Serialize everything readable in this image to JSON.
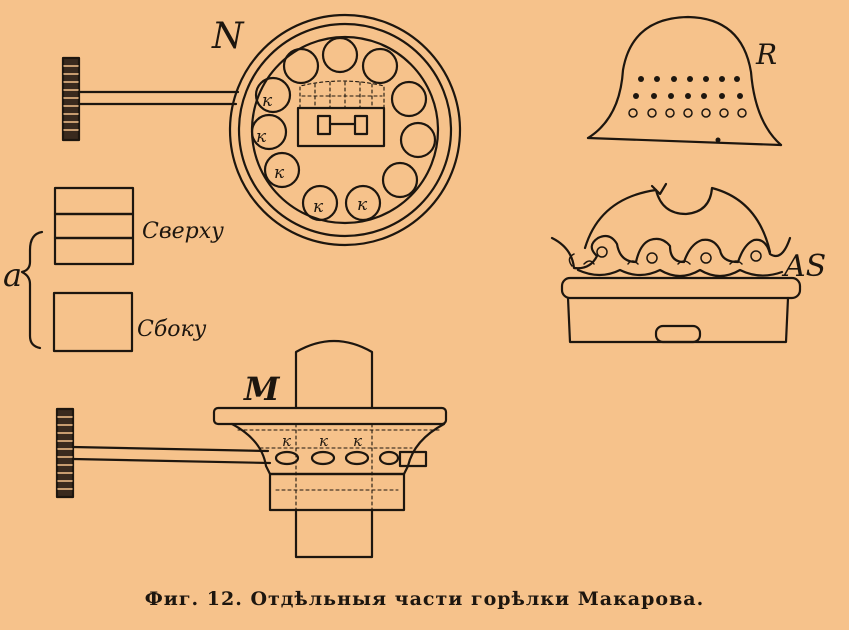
{
  "labels": {
    "n": "N",
    "r": "R",
    "as": "AS",
    "m": "M",
    "a": "a",
    "top_view": "Сверху",
    "side_view": "Сбоку",
    "k": "к"
  },
  "caption": "Фиг. 12. Отдѣльныя части горѣлки Макарова.",
  "colors": {
    "ink": "#1d160f",
    "paper": "#f6c28b"
  }
}
